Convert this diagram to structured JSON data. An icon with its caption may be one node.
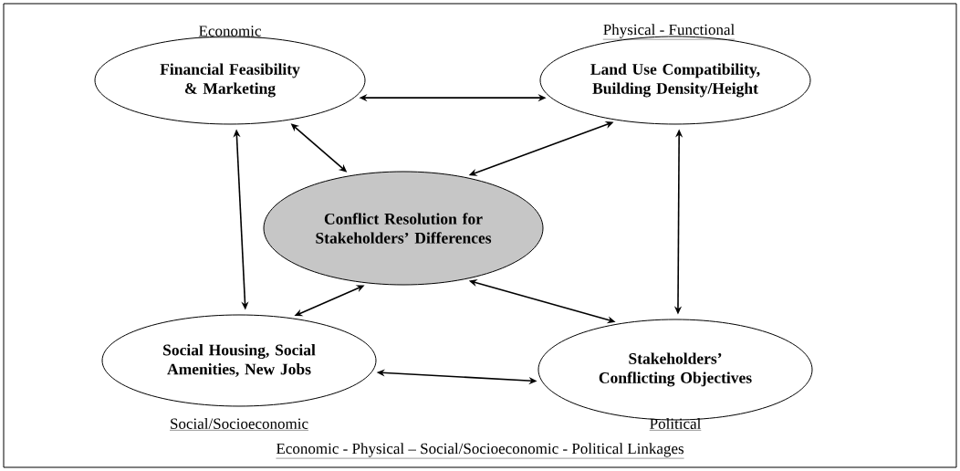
{
  "diagram": {
    "nodes": [
      {
        "text": [
          "Financial Feasibility & Marketing"
        ],
        "beside": [
          "Economic"
        ]
      },
      {
        "text": [
          "Land Use Compatibility, Building Density/Height"
        ],
        "beside": [
          "Physical - Functional"
        ]
      },
      {
        "text": [
          "Conflict Resolution for Stakeholders’ Differences"
        ]
      },
      {
        "text": [
          "Social Housing, Social Amenities, New Jobs"
        ],
        "beside": [
          "Social/Socioeconomic"
        ]
      },
      {
        "text": [
          "Stakeholders’ Conflicting Objectives"
        ],
        "beside": [
          "Political"
        ]
      }
    ],
    "edges": [
      {
        "from": 0,
        "to": 1,
        "arrow": "both"
      },
      {
        "from": 0,
        "to": 2,
        "arrow": "both"
      },
      {
        "from": 1,
        "to": 2,
        "arrow": "both"
      },
      {
        "from": 0,
        "to": 3,
        "arrow": "both"
      },
      {
        "from": 1,
        "to": 4,
        "arrow": "both"
      },
      {
        "from": 3,
        "to": 2,
        "arrow": "both"
      },
      {
        "from": 2,
        "to": 4,
        "arrow": "both"
      },
      {
        "from": 3,
        "to": 4,
        "arrow": "both"
      }
    ],
    "labels": [
      "Economic - Physical – Social/Socioeconomic - Political Linkages"
    ]
  }
}
